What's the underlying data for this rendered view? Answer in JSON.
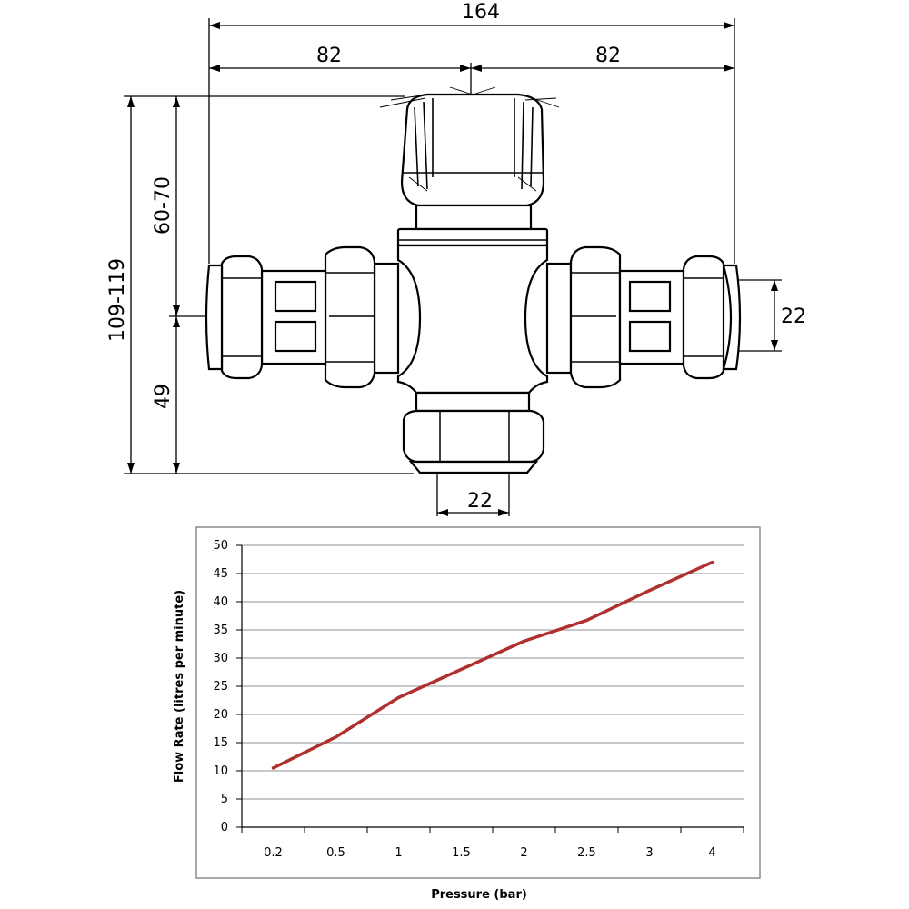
{
  "dimensions": {
    "overall_width": "164",
    "left_half": "82",
    "right_half": "82",
    "overall_height": "109-119",
    "upper_height": "60-70",
    "lower_height": "49",
    "side_port": "22",
    "bottom_port": "22"
  },
  "colors": {
    "line": "#000000",
    "series": "#b03030",
    "grid": "#a6a6a6"
  },
  "chart_data": {
    "type": "line",
    "title": "",
    "xlabel": "Pressure (bar)",
    "ylabel": "Flow Rate (litres per minute)",
    "categories": [
      "0.2",
      "0.5",
      "1",
      "1.5",
      "2",
      "2.5",
      "3",
      "4"
    ],
    "series": [
      {
        "values": [
          10.5,
          16,
          23,
          28,
          33,
          36.7,
          42,
          47
        ]
      }
    ],
    "yticks": [
      "0",
      "5",
      "10",
      "15",
      "20",
      "25",
      "30",
      "35",
      "40",
      "45",
      "50"
    ],
    "ylim": [
      0,
      50
    ],
    "grid": true,
    "legend": "none"
  }
}
